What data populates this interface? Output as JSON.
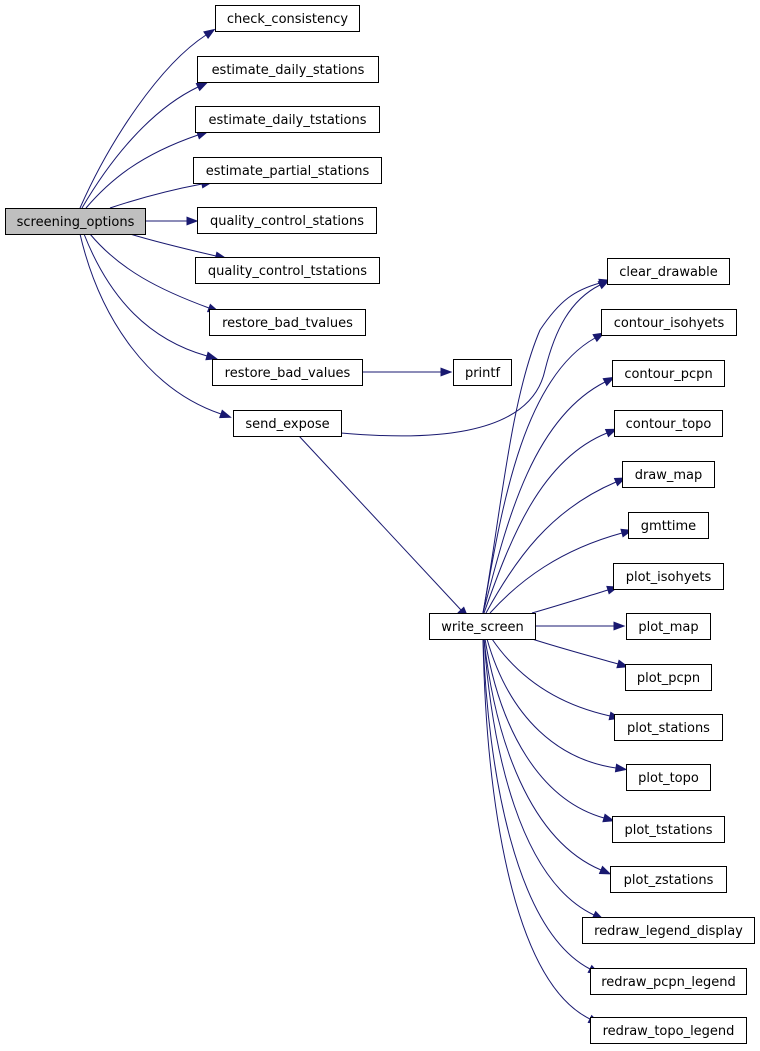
{
  "colors": {
    "edge": "#191970",
    "root_fill": "#bfbfbf",
    "node_fill": "#ffffff",
    "node_stroke": "#000000"
  },
  "nodes": {
    "screening_options": "screening_options",
    "check_consistency": "check_consistency",
    "estimate_daily_stations": "estimate_daily_stations",
    "estimate_daily_tstations": "estimate_daily_tstations",
    "estimate_partial_stations": "estimate_partial_stations",
    "quality_control_stations": "quality_control_stations",
    "quality_control_tstations": "quality_control_tstations",
    "restore_bad_tvalues": "restore_bad_tvalues",
    "restore_bad_values": "restore_bad_values",
    "send_expose": "send_expose",
    "printf": "printf",
    "write_screen": "write_screen",
    "clear_drawable": "clear_drawable",
    "contour_isohyets": "contour_isohyets",
    "contour_pcpn": "contour_pcpn",
    "contour_topo": "contour_topo",
    "draw_map": "draw_map",
    "gmttime": "gmttime",
    "plot_isohyets": "plot_isohyets",
    "plot_map": "plot_map",
    "plot_pcpn": "plot_pcpn",
    "plot_stations": "plot_stations",
    "plot_topo": "plot_topo",
    "plot_tstations": "plot_tstations",
    "plot_zstations": "plot_zstations",
    "redraw_legend_display": "redraw_legend_display",
    "redraw_pcpn_legend": "redraw_pcpn_legend",
    "redraw_topo_legend": "redraw_topo_legend"
  },
  "edges": [
    [
      "screening_options",
      "check_consistency"
    ],
    [
      "screening_options",
      "estimate_daily_stations"
    ],
    [
      "screening_options",
      "estimate_daily_tstations"
    ],
    [
      "screening_options",
      "estimate_partial_stations"
    ],
    [
      "screening_options",
      "quality_control_stations"
    ],
    [
      "screening_options",
      "quality_control_tstations"
    ],
    [
      "screening_options",
      "restore_bad_tvalues"
    ],
    [
      "screening_options",
      "restore_bad_values"
    ],
    [
      "screening_options",
      "send_expose"
    ],
    [
      "restore_bad_values",
      "printf"
    ],
    [
      "send_expose",
      "clear_drawable"
    ],
    [
      "send_expose",
      "write_screen"
    ],
    [
      "write_screen",
      "clear_drawable"
    ],
    [
      "write_screen",
      "contour_isohyets"
    ],
    [
      "write_screen",
      "contour_pcpn"
    ],
    [
      "write_screen",
      "contour_topo"
    ],
    [
      "write_screen",
      "draw_map"
    ],
    [
      "write_screen",
      "gmttime"
    ],
    [
      "write_screen",
      "plot_isohyets"
    ],
    [
      "write_screen",
      "plot_map"
    ],
    [
      "write_screen",
      "plot_pcpn"
    ],
    [
      "write_screen",
      "plot_stations"
    ],
    [
      "write_screen",
      "plot_topo"
    ],
    [
      "write_screen",
      "plot_tstations"
    ],
    [
      "write_screen",
      "plot_zstations"
    ],
    [
      "write_screen",
      "redraw_legend_display"
    ],
    [
      "write_screen",
      "redraw_pcpn_legend"
    ],
    [
      "write_screen",
      "redraw_topo_legend"
    ]
  ]
}
